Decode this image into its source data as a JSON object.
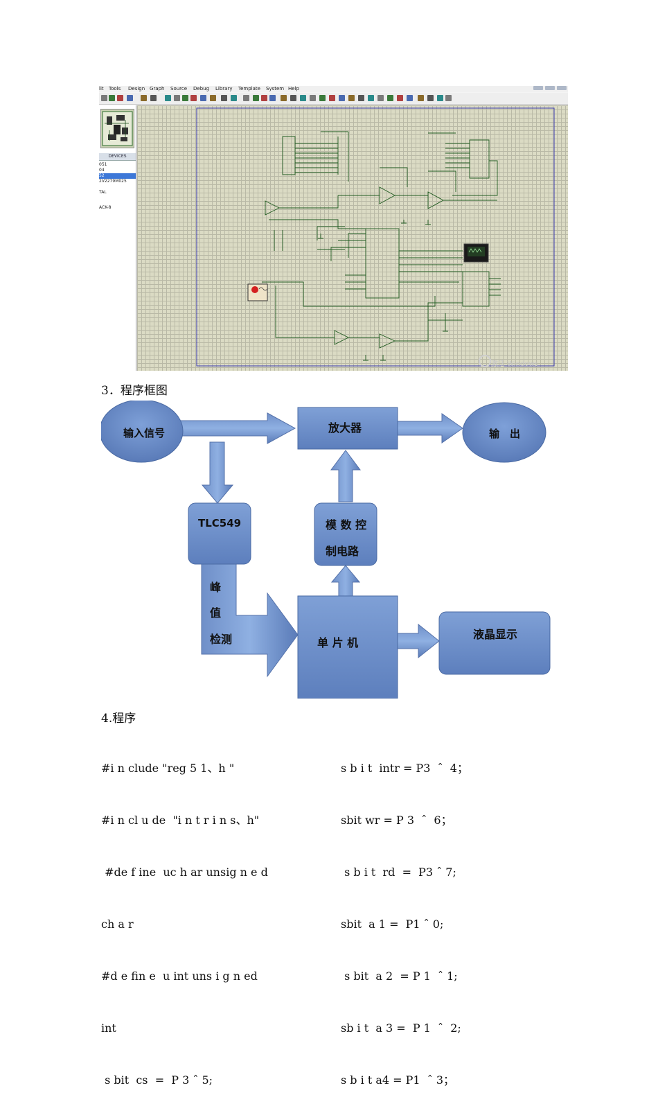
{
  "screenshot": {
    "menu": [
      "lit",
      "Tools",
      "Design",
      "Graph",
      "Source",
      "Debug",
      "Library",
      "Template",
      "System",
      "Help"
    ],
    "devices_header": "DEVICES",
    "devices": [
      "051",
      "04",
      "52",
      "2V2279M025",
      "TAL",
      "",
      "ACK-8"
    ],
    "selected_device_index": 2,
    "watermark": "激活 Windows"
  },
  "section3_title": "3．程序框图",
  "flowchart": {
    "input_signal": "输入信号",
    "amplifier": "放大器",
    "output": "输　出",
    "adc": "TLC549",
    "analog_ctrl_line1": "模 数 控",
    "analog_ctrl_line2": "制电路",
    "peak_1": "峰",
    "peak_2": "值",
    "peak_3": "检测",
    "mcu": "单  片  机",
    "lcd": "液晶显示"
  },
  "section4_title": "4.程序",
  "code_left": [
    "#i n clude \"reg 5 1、h \"",
    "#i n cl u de  \"i n t r i n s、h\"",
    " #de f ine  uc h ar unsig n e d",
    "ch a r",
    "#d e fin e  u int uns i g n ed",
    "int",
    " s bit  cs  =  P 3 ˆ 5;"
  ],
  "code_right": [
    "s b i t  intr = P3  ˆ  4；",
    "sbit wr = P 3  ˆ  6；",
    " s b i t  rd  =  P3 ˆ 7;",
    "sbit  a 1 =  P1 ˆ 0;",
    " s bit  a 2  = P 1  ˆ 1;",
    "sb i t  a 3 =  P 1  ˆ  2;",
    "s b i t a4 = P1  ˆ 3；"
  ],
  "colors": {
    "box_fill": "#6d8ec9",
    "box_stroke": "#4a6aa3",
    "canvas_bg": "#dbdbc4",
    "wire": "#1f5a1f"
  }
}
